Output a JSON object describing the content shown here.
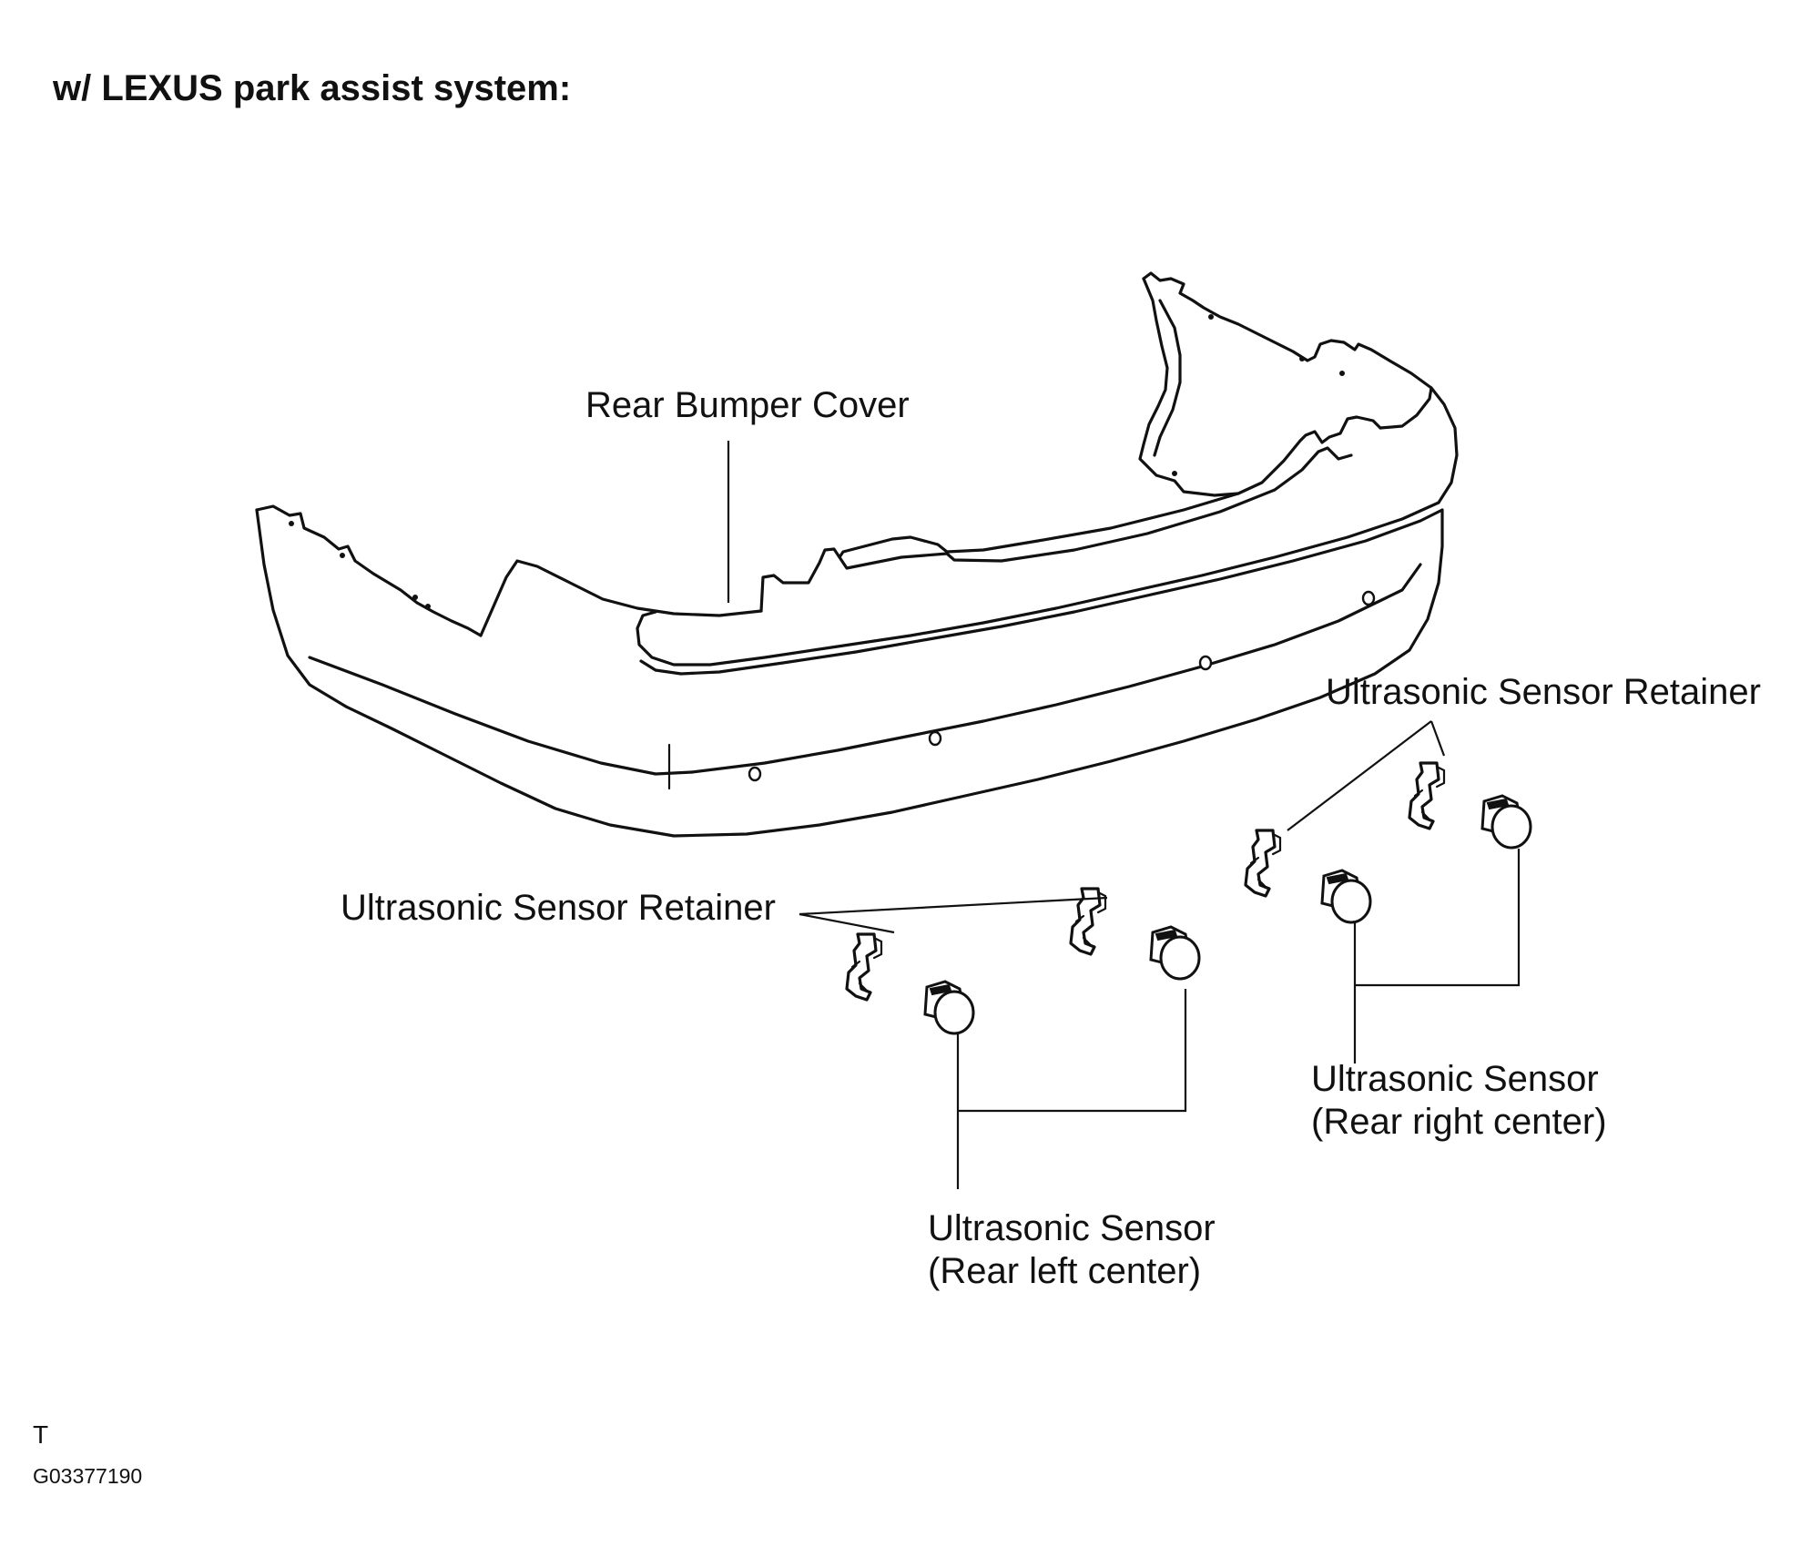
{
  "title": "w/ LEXUS park assist system:",
  "labels": {
    "rear_bumper_cover": "Rear Bumper Cover",
    "retainer_right": "Ultrasonic Sensor Retainer",
    "retainer_left": "Ultrasonic Sensor Retainer",
    "sensor_right_line1": "Ultrasonic Sensor",
    "sensor_right_line2": "(Rear right center)",
    "sensor_left_line1": "Ultrasonic Sensor",
    "sensor_left_line2": "(Rear left center)"
  },
  "footer": {
    "marker": "T",
    "figure_code": "G03377190"
  }
}
